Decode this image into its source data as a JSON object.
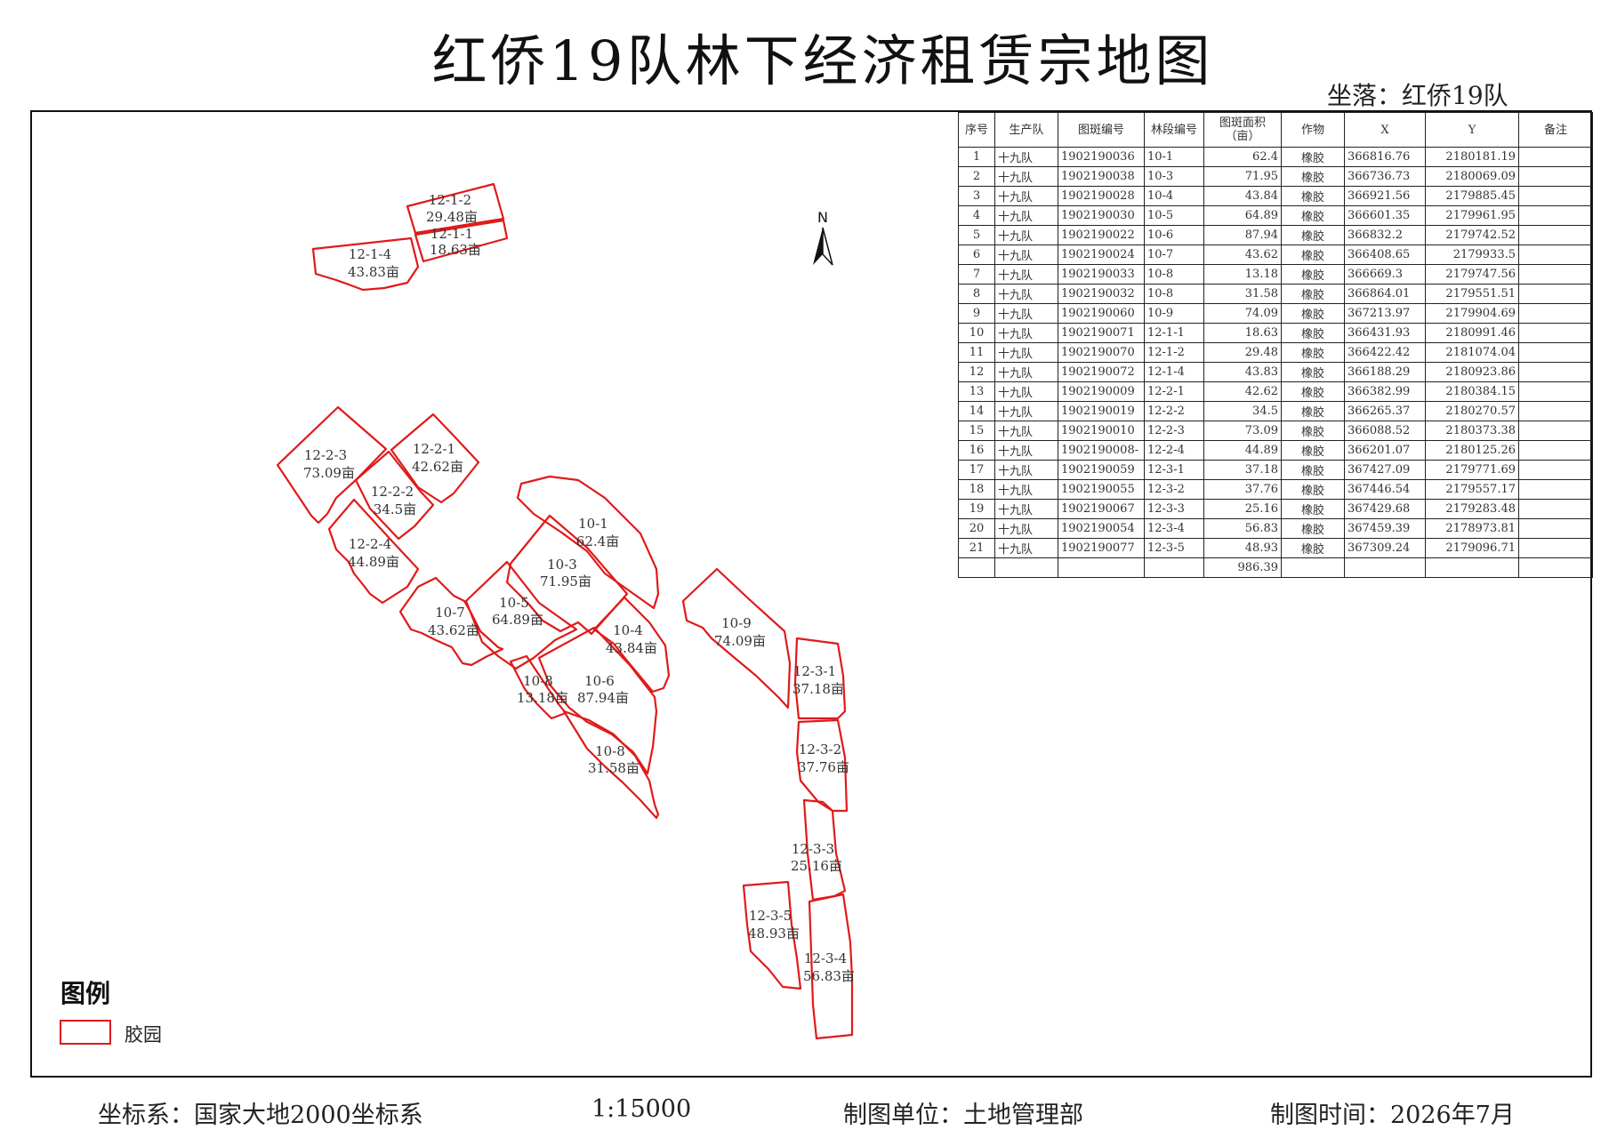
{
  "title": "红侨19队林下经济租赁宗地图",
  "location": "坐落：红侨19队",
  "north_label": "N",
  "table": {
    "headers": [
      "序号",
      "生产队",
      "图斑编号",
      "林段编号",
      "图斑面积（亩）",
      "作物",
      "X",
      "Y",
      "备注"
    ],
    "rows": [
      [
        "1",
        "十九队",
        "1902190036",
        "10-1",
        "62.4",
        "橡胶",
        "366816.76",
        "2180181.19",
        ""
      ],
      [
        "2",
        "十九队",
        "1902190038",
        "10-3",
        "71.95",
        "橡胶",
        "366736.73",
        "2180069.09",
        ""
      ],
      [
        "3",
        "十九队",
        "1902190028",
        "10-4",
        "43.84",
        "橡胶",
        "366921.56",
        "2179885.45",
        ""
      ],
      [
        "4",
        "十九队",
        "1902190030",
        "10-5",
        "64.89",
        "橡胶",
        "366601.35",
        "2179961.95",
        ""
      ],
      [
        "5",
        "十九队",
        "1902190022",
        "10-6",
        "87.94",
        "橡胶",
        "366832.2",
        "2179742.52",
        ""
      ],
      [
        "6",
        "十九队",
        "1902190024",
        "10-7",
        "43.62",
        "橡胶",
        "366408.65",
        "2179933.5",
        ""
      ],
      [
        "7",
        "十九队",
        "1902190033",
        "10-8",
        "13.18",
        "橡胶",
        "366669.3",
        "2179747.56",
        ""
      ],
      [
        "8",
        "十九队",
        "1902190032",
        "10-8",
        "31.58",
        "橡胶",
        "366864.01",
        "2179551.51",
        ""
      ],
      [
        "9",
        "十九队",
        "1902190060",
        "10-9",
        "74.09",
        "橡胶",
        "367213.97",
        "2179904.69",
        ""
      ],
      [
        "10",
        "十九队",
        "1902190071",
        "12-1-1",
        "18.63",
        "橡胶",
        "366431.93",
        "2180991.46",
        ""
      ],
      [
        "11",
        "十九队",
        "1902190070",
        "12-1-2",
        "29.48",
        "橡胶",
        "366422.42",
        "2181074.04",
        ""
      ],
      [
        "12",
        "十九队",
        "1902190072",
        "12-1-4",
        "43.83",
        "橡胶",
        "366188.29",
        "2180923.86",
        ""
      ],
      [
        "13",
        "十九队",
        "1902190009",
        "12-2-1",
        "42.62",
        "橡胶",
        "366382.99",
        "2180384.15",
        ""
      ],
      [
        "14",
        "十九队",
        "1902190019",
        "12-2-2",
        "34.5",
        "橡胶",
        "366265.37",
        "2180270.57",
        ""
      ],
      [
        "15",
        "十九队",
        "1902190010",
        "12-2-3",
        "73.09",
        "橡胶",
        "366088.52",
        "2180373.38",
        ""
      ],
      [
        "16",
        "十九队",
        "1902190008-",
        "12-2-4",
        "44.89",
        "橡胶",
        "366201.07",
        "2180125.26",
        ""
      ],
      [
        "17",
        "十九队",
        "1902190059",
        "12-3-1",
        "37.18",
        "橡胶",
        "367427.09",
        "2179771.69",
        ""
      ],
      [
        "18",
        "十九队",
        "1902190055",
        "12-3-2",
        "37.76",
        "橡胶",
        "367446.54",
        "2179557.17",
        ""
      ],
      [
        "19",
        "十九队",
        "1902190067",
        "12-3-3",
        "25.16",
        "橡胶",
        "367429.68",
        "2179283.48",
        ""
      ],
      [
        "20",
        "十九队",
        "1902190054",
        "12-3-4",
        "56.83",
        "橡胶",
        "367459.39",
        "2178973.81",
        ""
      ],
      [
        "21",
        "十九队",
        "1902190077",
        "12-3-5",
        "48.93",
        "橡胶",
        "367309.24",
        "2179096.71",
        ""
      ]
    ],
    "total_area": "986.39"
  },
  "parcels": [
    {
      "code": "12-1-2",
      "area": "29.48亩"
    },
    {
      "code": "12-1-1",
      "area": "18.63亩"
    },
    {
      "code": "12-1-4",
      "area": "43.83亩"
    },
    {
      "code": "12-2-3",
      "area": "73.09亩"
    },
    {
      "code": "12-2-1",
      "area": "42.62亩"
    },
    {
      "code": "12-2-2",
      "area": "34.5亩"
    },
    {
      "code": "12-2-4",
      "area": "44.89亩"
    },
    {
      "code": "10-1",
      "area": "62.4亩"
    },
    {
      "code": "10-3",
      "area": "71.95亩"
    },
    {
      "code": "10-5",
      "area": "64.89亩"
    },
    {
      "code": "10-7",
      "area": "43.62亩"
    },
    {
      "code": "10-4",
      "area": "43.84亩"
    },
    {
      "code": "10-8",
      "area": "13.18亩"
    },
    {
      "code": "10-6",
      "area": "87.94亩"
    },
    {
      "code": "10-8",
      "area": "31.58亩"
    },
    {
      "code": "10-9",
      "area": "74.09亩"
    },
    {
      "code": "12-3-1",
      "area": "37.18亩"
    },
    {
      "code": "12-3-2",
      "area": "37.76亩"
    },
    {
      "code": "12-3-3",
      "area": "25.16亩"
    },
    {
      "code": "12-3-5",
      "area": "48.93亩"
    },
    {
      "code": "12-3-4",
      "area": "56.83亩"
    }
  ],
  "legend": {
    "title": "图例",
    "item": "胶园"
  },
  "footer": {
    "crs": "坐标系：国家大地2000坐标系",
    "scale": "1:15000",
    "unit": "制图单位：土地管理部",
    "date": "制图时间：2026年7月"
  },
  "colors": {
    "parcel_outline": "#e01a1a",
    "frame": "#111111"
  },
  "icons": {
    "north_arrow": "north-arrow-icon"
  }
}
